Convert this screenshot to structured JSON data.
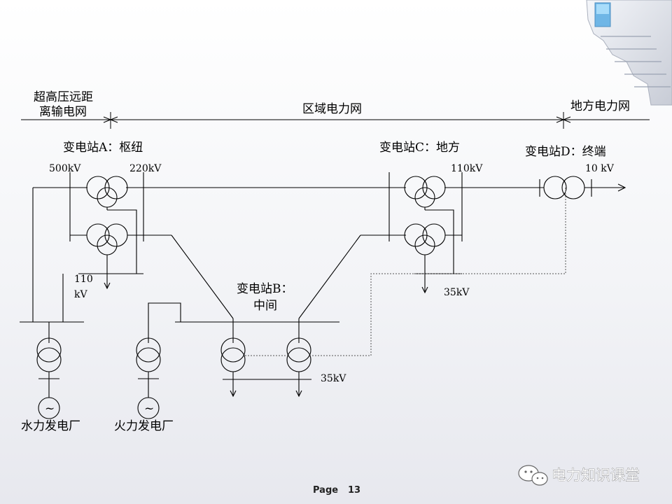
{
  "regions": {
    "long_distance_line1": "超高压远距",
    "long_distance_line2": "离输电网",
    "regional": "区域电力网",
    "local": "地方电力网"
  },
  "substations": {
    "a": "变电站A：枢纽",
    "b_line1": "变电站B：",
    "b_line2": "中间",
    "c": "变电站C：地方",
    "d": "变电站D：终端"
  },
  "voltages": {
    "a_500": "500kV",
    "a_220": "220kV",
    "a_110_line1": "110",
    "a_110_line2": "kV",
    "c_110": "110kV",
    "d_10": "10 kV",
    "c_35": "35kV",
    "b_35": "35kV"
  },
  "plants": {
    "hydro": "水力发电厂",
    "thermal": "火力发电厂",
    "generator_symbol": "~"
  },
  "footer": {
    "page_label": "Page",
    "page_number": "13"
  },
  "watermark": {
    "text": "电力知识课堂"
  }
}
